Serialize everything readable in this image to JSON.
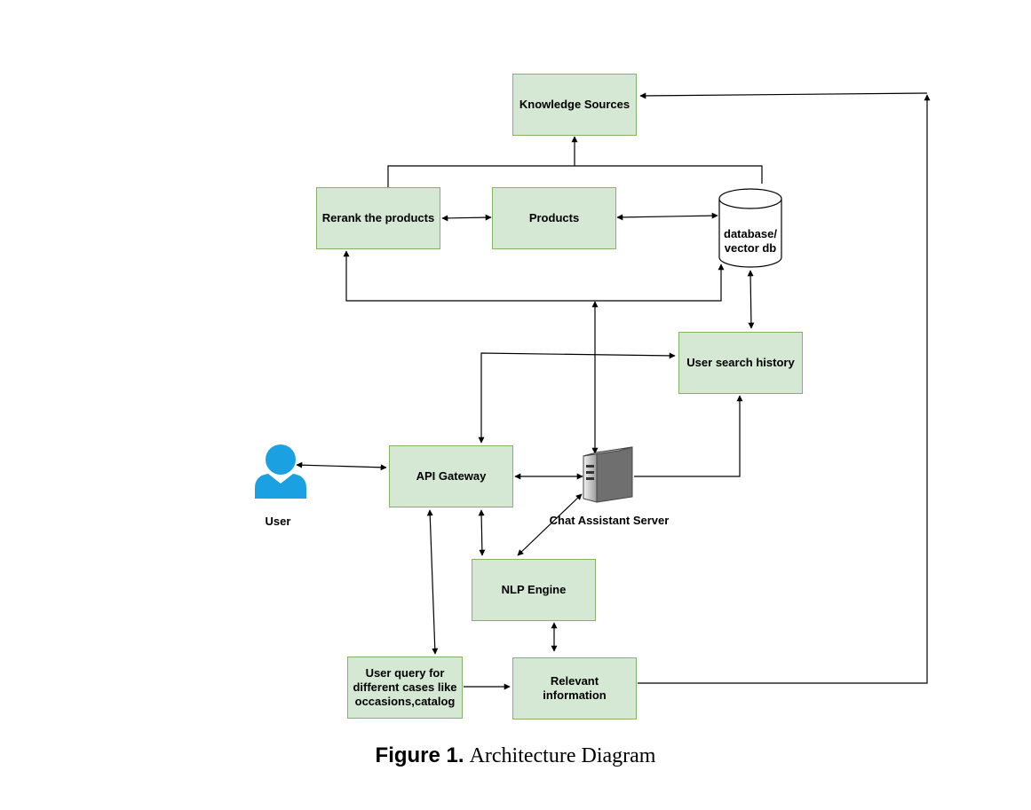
{
  "nodes": {
    "knowledge_sources": "Knowledge Sources",
    "rerank": "Rerank the products",
    "products": "Products",
    "database": "database/\nvector db",
    "user_search_history": "User search history",
    "user": "User",
    "api_gateway": "API Gateway",
    "chat_server": "Chat Assistant Server",
    "nlp_engine": "NLP Engine",
    "user_query": "User query for\ndifferent cases like\noccasions,catalog",
    "relevant_info": "Relevant\ninformation"
  },
  "caption": {
    "number": "Figure 1.",
    "text": "Architecture Diagram"
  },
  "colors": {
    "node_fill": "#d5e8d4",
    "node_border": "#82b366",
    "user_icon": "#1ba1e2"
  },
  "icons": {
    "user": "user-person-icon",
    "server": "server-tower-icon",
    "database": "database-cylinder-icon"
  }
}
